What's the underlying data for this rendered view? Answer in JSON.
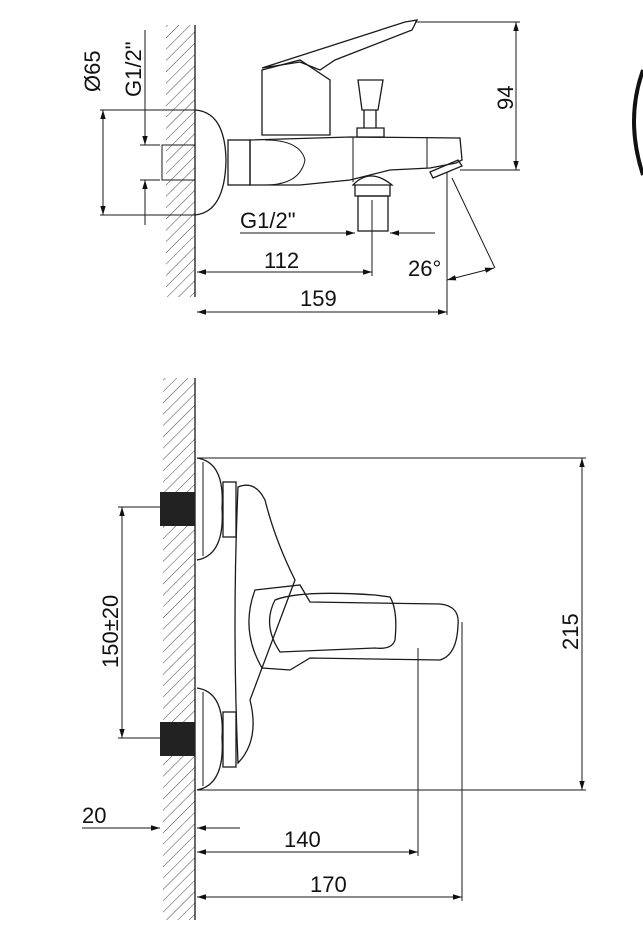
{
  "top_view": {
    "escutcheon_diameter": "Ø65",
    "inlet_thread": "G1/2\"",
    "height": "94",
    "outlet_thread": "G1/2\"",
    "outlet_offset": "112",
    "spout_angle": "26°",
    "depth": "159"
  },
  "front_view": {
    "inlet_spacing": "150±20",
    "height": "215",
    "wall_thread_length": "20",
    "handle_reach": "140",
    "total_depth": "170"
  }
}
